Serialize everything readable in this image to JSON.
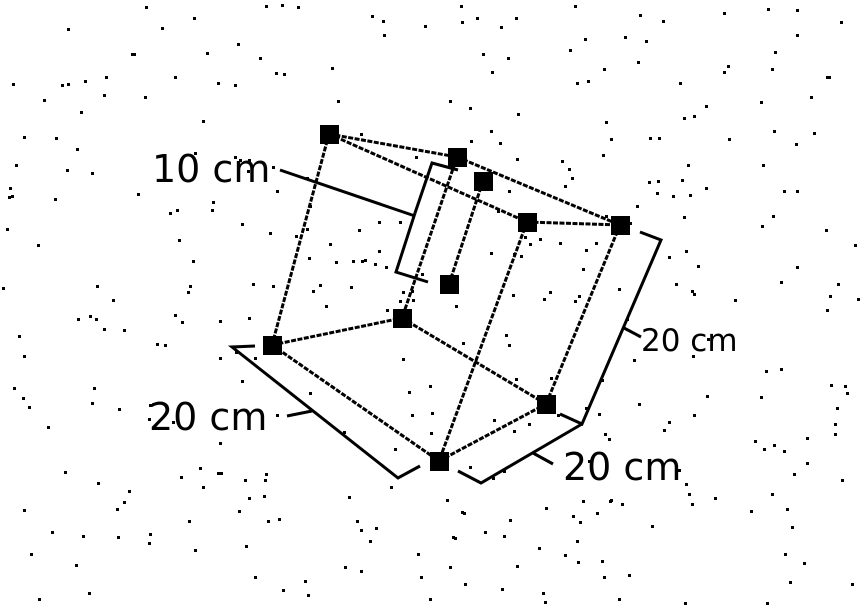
{
  "labels": {
    "small_edge": "10 cm",
    "right_edge": "20 cm",
    "left_edge": "20 cm",
    "bottom_edge": "20 cm"
  },
  "colors": {
    "ink": "#000000",
    "background": "#ffffff"
  }
}
